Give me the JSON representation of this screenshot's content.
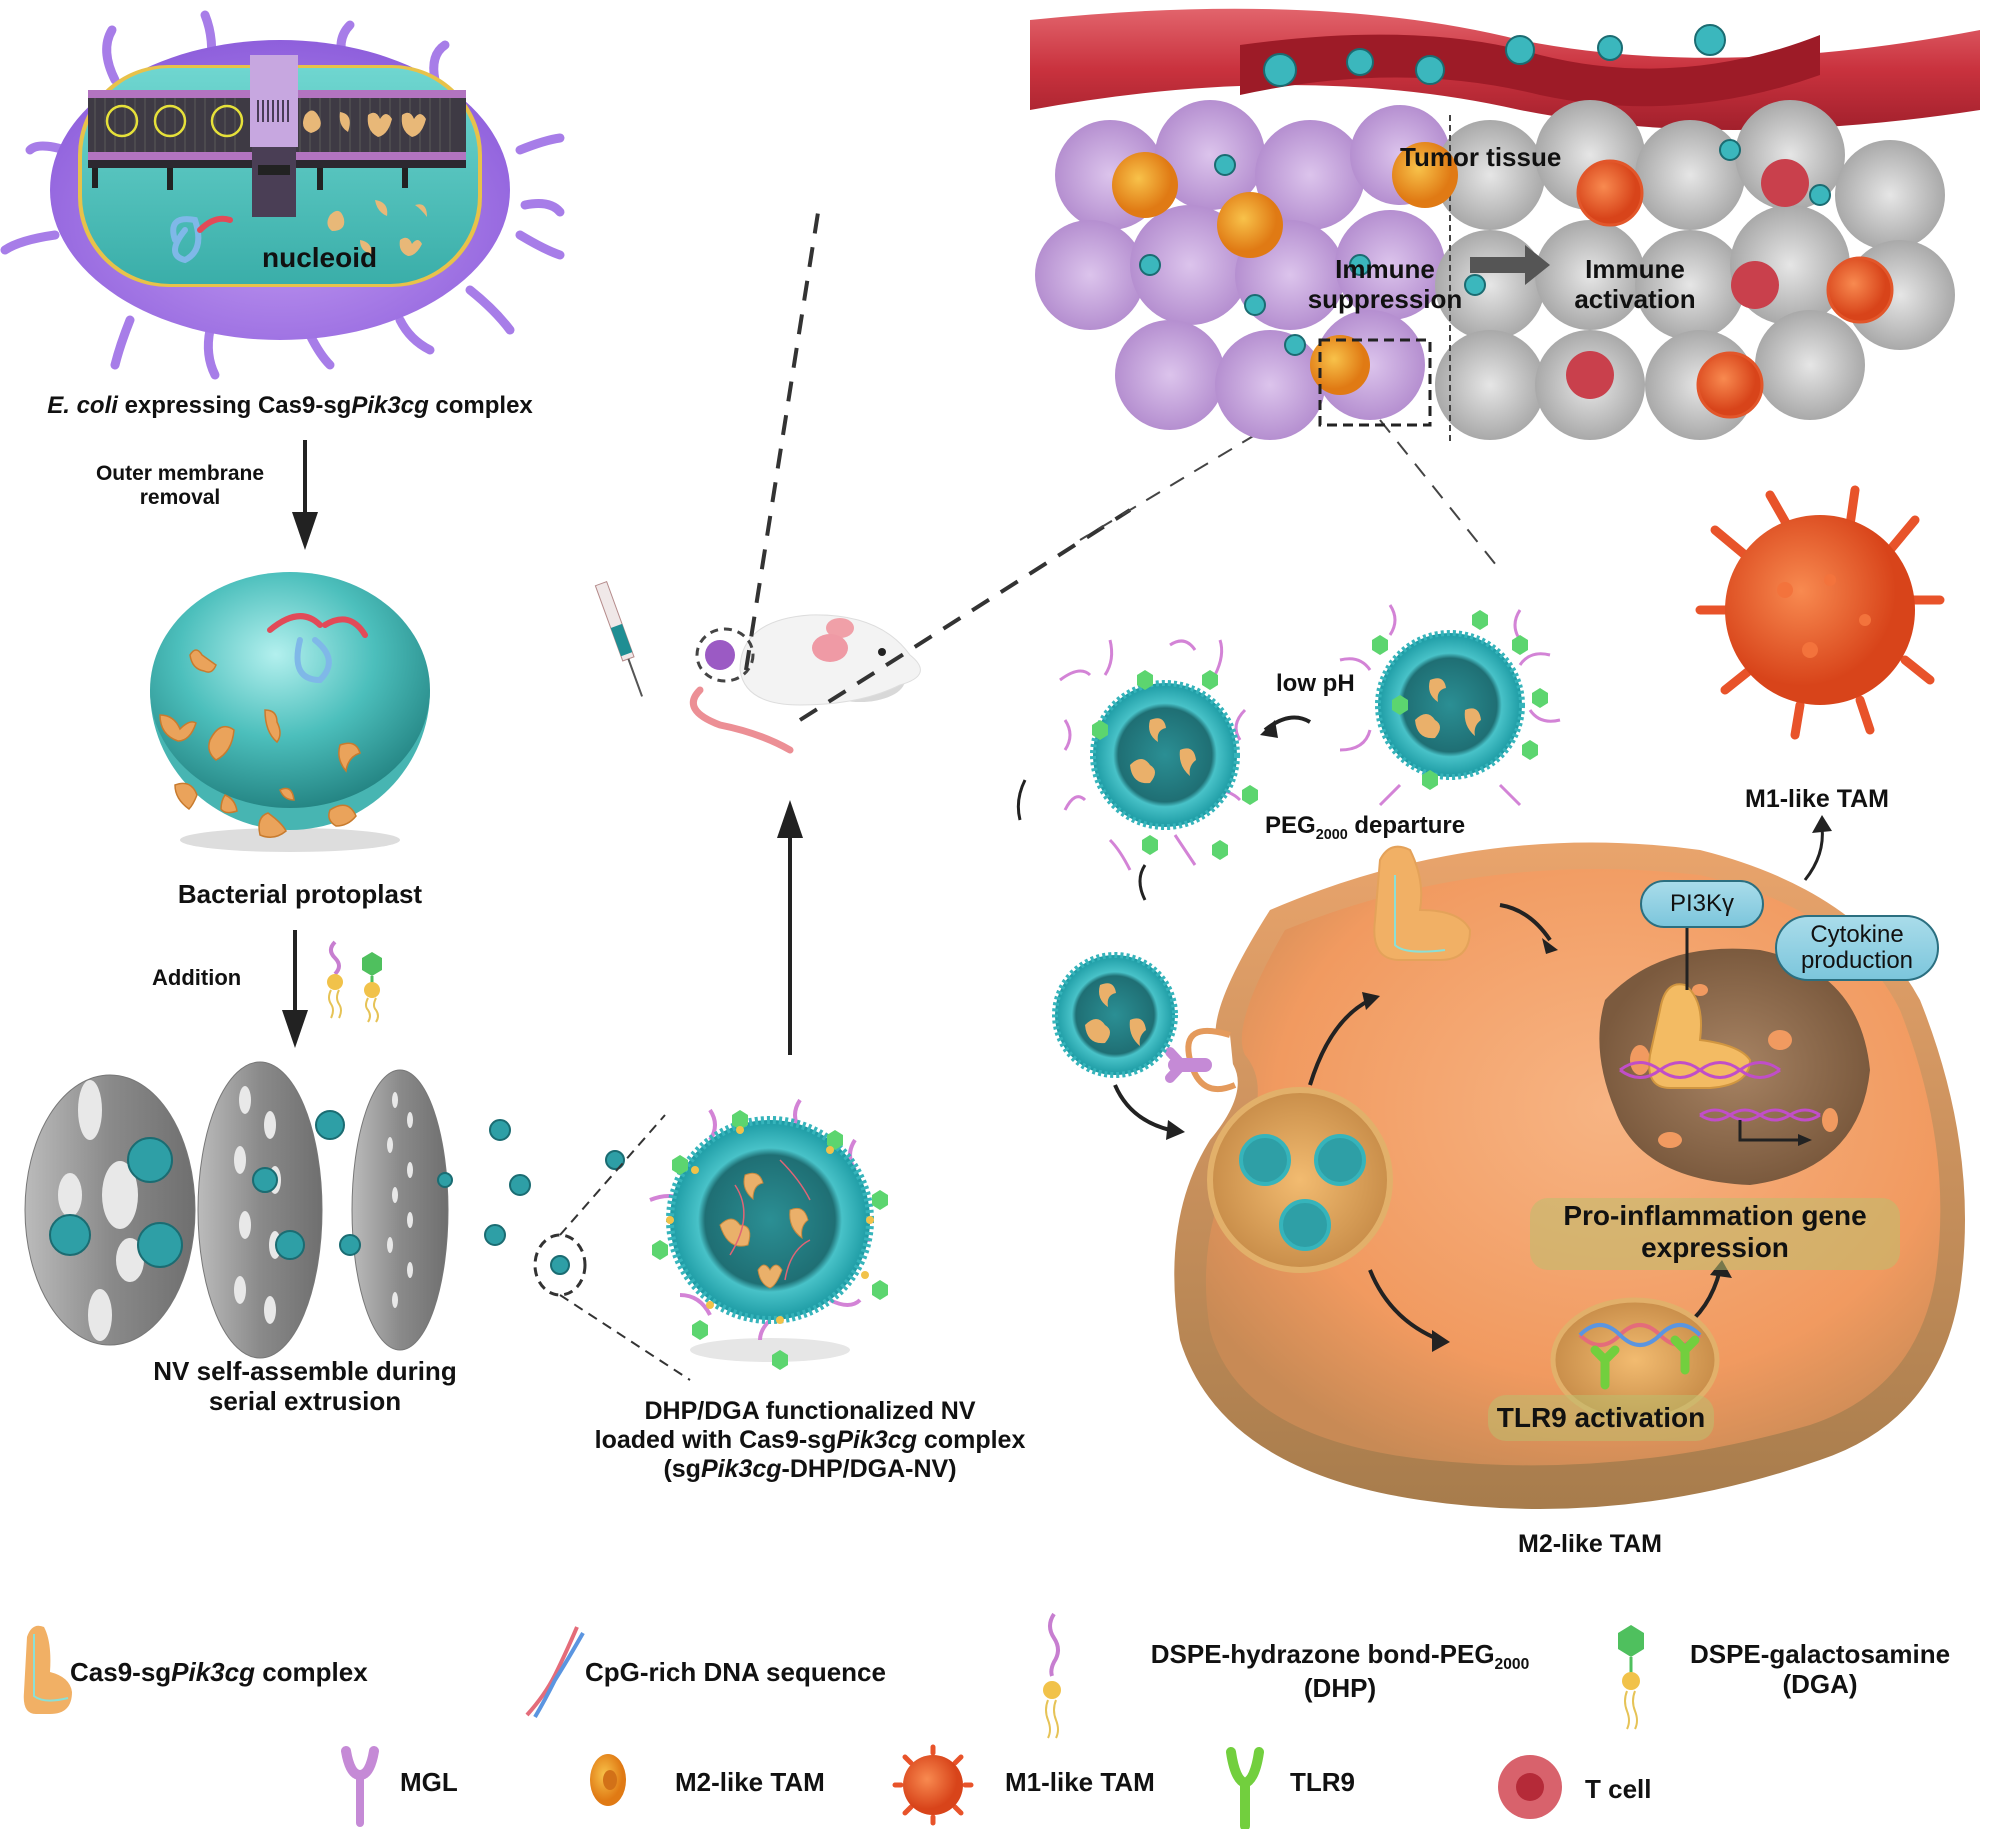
{
  "figure": {
    "panels": {
      "bacterium": {
        "inner_label": "nucleoid",
        "caption_parts": [
          {
            "text": "E. coli",
            "italic": true
          },
          {
            "text": " expressing Cas9-sg",
            "italic": false
          },
          {
            "text": "Pik3cg",
            "italic": true
          },
          {
            "text": " complex",
            "italic": false
          }
        ]
      },
      "step1": {
        "arrow_label_line1": "Outer membrane",
        "arrow_label_line2": "removal"
      },
      "protoplast": {
        "caption": "Bacterial protoplast"
      },
      "step2": {
        "arrow_label": "Addition"
      },
      "extrusion": {
        "caption_line1": "NV self-assemble during",
        "caption_line2": "serial extrusion"
      },
      "nanovesicle": {
        "caption_line1": "DHP/DGA functionalized NV",
        "caption_line2_parts": [
          {
            "text": "loaded with Cas9-sg",
            "italic": false
          },
          {
            "text": "Pik3cg",
            "italic": true
          },
          {
            "text": " complex",
            "italic": false
          }
        ],
        "caption_line3_parts": [
          {
            "text": "(sg",
            "italic": false
          },
          {
            "text": "Pik3cg",
            "italic": true
          },
          {
            "text": "-DHP/DGA-NV)",
            "italic": false
          }
        ]
      },
      "tumor": {
        "title": "Tumor tissue",
        "left_state_line1": "Immune",
        "left_state_line2": "suppression",
        "right_state_line1": "Immune",
        "right_state_line2": "activation"
      },
      "ph_step": {
        "label": "low pH",
        "departure_prefix": "PEG",
        "departure_sub": "2000",
        "departure_suffix": " departure"
      },
      "macrophage": {
        "pi3k_label": "PI3Kγ",
        "cytokine_line1": "Cytokine",
        "cytokine_line2": "production",
        "gene_expr_line1": "Pro-inflammation gene",
        "gene_expr_line2": "expression",
        "tlr9_label": "TLR9 activation",
        "m1_label": "M1-like TAM",
        "m2_label": "M2-like TAM"
      }
    },
    "legend": {
      "items": [
        {
          "icon": "cas9-complex-icon",
          "parts": [
            {
              "text": "Cas9-sg",
              "italic": false
            },
            {
              "text": "Pik3cg",
              "italic": true
            },
            {
              "text": " complex",
              "italic": false
            }
          ]
        },
        {
          "icon": "cpg-dna-icon",
          "parts": [
            {
              "text": "CpG-rich DNA sequence",
              "italic": false
            }
          ]
        },
        {
          "icon": "dhp-lipid-icon",
          "line1_prefix": "DSPE-hydrazone bond-PEG",
          "line1_sub": "2000",
          "line2": "(DHP)"
        },
        {
          "icon": "dga-lipid-icon",
          "line1": "DSPE-galactosamine",
          "line2": "(DGA)"
        },
        {
          "icon": "mgl-receptor-icon",
          "label": "MGL"
        },
        {
          "icon": "m2-tam-icon",
          "label": "M2-like TAM"
        },
        {
          "icon": "m1-tam-icon",
          "label": "M1-like TAM"
        },
        {
          "icon": "tlr9-icon",
          "label": "TLR9"
        },
        {
          "icon": "t-cell-icon",
          "label": "T cell"
        }
      ]
    },
    "colors": {
      "bacterium": "#a77de8",
      "cytoplasm": "#4fc3bf",
      "cas9": "#eab06a",
      "vessel": "#c9323e",
      "tumor_left": "#cdb0df",
      "tumor_right": "#c9c9c9",
      "m2_tam": "#f0a21e",
      "m1_tam": "#ec5a26",
      "macrophage_body": "#f19a60",
      "nucleus": "#9a7152",
      "pill": "#8fd0e2",
      "peg": "#d27ed0",
      "dga": "#58c86a",
      "tlr9": "#7bd64a",
      "t_cell": "#cf4a56"
    }
  }
}
